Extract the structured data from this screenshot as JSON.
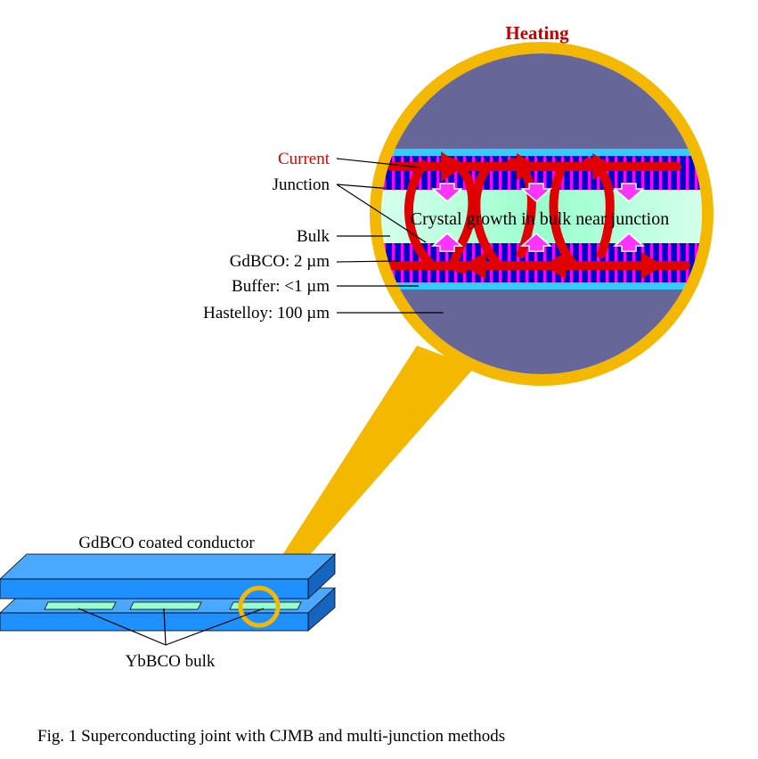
{
  "heating_label": "Heating",
  "labels": {
    "current": "Current",
    "junction": "Junction",
    "bulk": "Bulk",
    "gdbco": "GdBCO: 2 µm",
    "buffer": "Buffer: <1 µm",
    "hastelloy": "Hastelloy: 100 µm"
  },
  "crystal_text": "Crystal  growth  in bulk  near junction",
  "conductor_label": "GdBCO coated conductor",
  "bulk_label": "YbBCO bulk",
  "caption": "Fig. 1 Superconducting joint with CJMB and multi-junction methods",
  "colors": {
    "heating": "#c00000",
    "current": "#e00000",
    "magnifier_ring": "#f5b800",
    "hastelloy": "#666699",
    "buffer": "#33ccff",
    "gdbco": "#0000cc",
    "bulk_fill": "#99ffcc",
    "stripes": "#ff00ff",
    "tape": "#1e90ff",
    "bulk_block": "#99ffcc"
  }
}
